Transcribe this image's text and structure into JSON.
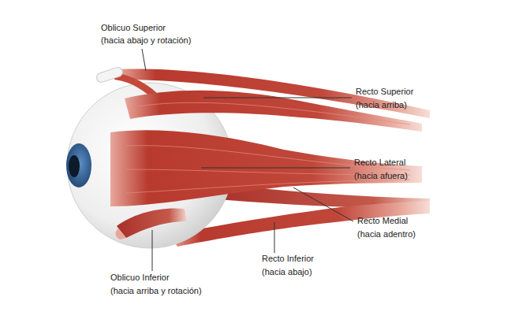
{
  "diagram": {
    "labels": [
      "Oblicuo Superior",
      "(hacia abajo y rotación)",
      "Recto Superior",
      "(hacia arriba)",
      "Recto Lateral",
      "(hacia afuera)",
      "Recto Medial",
      "(hacia adentro)",
      "Recto Inferior",
      "(hacia abajo)",
      "Oblicuo Inferior",
      "(hacia arriba y rotación)"
    ]
  }
}
